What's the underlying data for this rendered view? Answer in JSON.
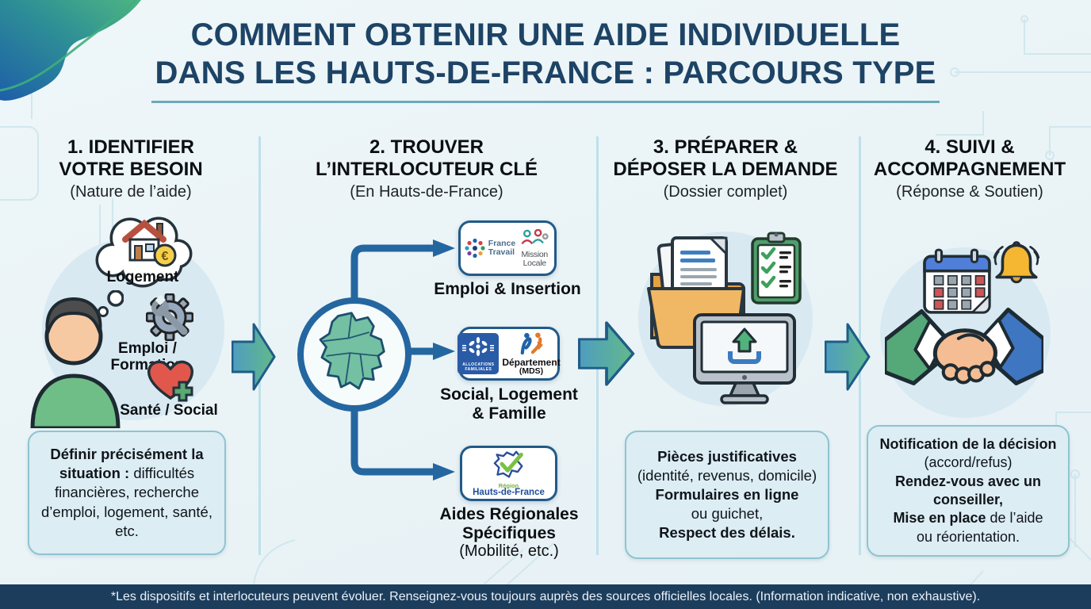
{
  "header": {
    "title_line1": "COMMENT OBTENIR UNE AIDE INDIVIDUELLE",
    "title_line2": "DANS  LES HAUTS-DE-FRANCE : PARCOURS TYPE"
  },
  "steps": [
    {
      "title_line1": "1. IDENTIFIER",
      "title_line2": "VOTRE BESOIN",
      "subtitle": "(Nature de l’aide)"
    },
    {
      "title_line1": "2. TROUVER",
      "title_line2": "L’INTERLOCUTEUR CLÉ",
      "subtitle": "(En Hauts-de-France)"
    },
    {
      "title_line1": "3. PRÉPARER &",
      "title_line2": "DÉPOSER LA DEMANDE",
      "subtitle": "(Dossier complet)"
    },
    {
      "title_line1": "4. SUIVI &",
      "title_line2": "ACCOMPAGNEMENT",
      "subtitle": "(Réponse & Soutien)"
    }
  ],
  "step1": {
    "thought_label": "Logement",
    "coin_symbol": "€",
    "gear_label": "Emploi / Formation",
    "heart_label": "Santé / Social",
    "note_bold": "Définir précisément la situation :",
    "note_rest": " difficultés financières, recherche d’emploi, logement, santé, etc."
  },
  "step2": {
    "box1": {
      "logo1_line1": "France",
      "logo1_line2": "Travail",
      "logo2_line1": "Mission",
      "logo2_line2": "Locale",
      "label": "Emploi & Insertion"
    },
    "box2": {
      "caf_line1": "ALLOCATIONS",
      "caf_line2": "FAMILIALES",
      "dept_line1": "Département",
      "dept_line2": "(MDS)",
      "label_line1": "Social, Logement",
      "label_line2": "& Famille"
    },
    "box3": {
      "region_word": "Région",
      "region_name": "Hauts-de-France",
      "label_line1": "Aides Régionales",
      "label_line2": "Spécifiques",
      "label_line3": "(Mobilité, etc.)"
    }
  },
  "step3": {
    "note_l1": "Pièces justificatives",
    "note_l2": "(identité, revenus, domicile)",
    "note_l3": "Formulaires en ligne",
    "note_l4": "ou guichet,",
    "note_l5": "Respect des délais."
  },
  "step4": {
    "note_l1": "Notification de la décision",
    "note_l2": "(accord/refus)",
    "note_l3": "Rendez-vous avec un conseiller,",
    "note_l4_bold": "Mise en place",
    "note_l4_rest": " de l’aide",
    "note_l5": "ou réorientation."
  },
  "footer": {
    "text": "*Les dispositifs et interlocuteurs peuvent évoluer. Renseignez-vous toujours auprès des sources officielles locales. (Information indicative, non exhaustive)."
  },
  "colors": {
    "background": "#ecf5f7",
    "title_navy": "#1d4365",
    "underline_teal": "#569bad",
    "divider_blue": "#bfe0ea",
    "connector_blue": "#2466a0",
    "org_box_border": "#215a88",
    "note_fill": "#dcedf3",
    "note_border": "#8ec4d2",
    "arrow_teal": "#4e9dc0",
    "arrow_green": "#62b98b",
    "map_green": "#74c0a3",
    "footer_navy": "#1d3d5c"
  }
}
